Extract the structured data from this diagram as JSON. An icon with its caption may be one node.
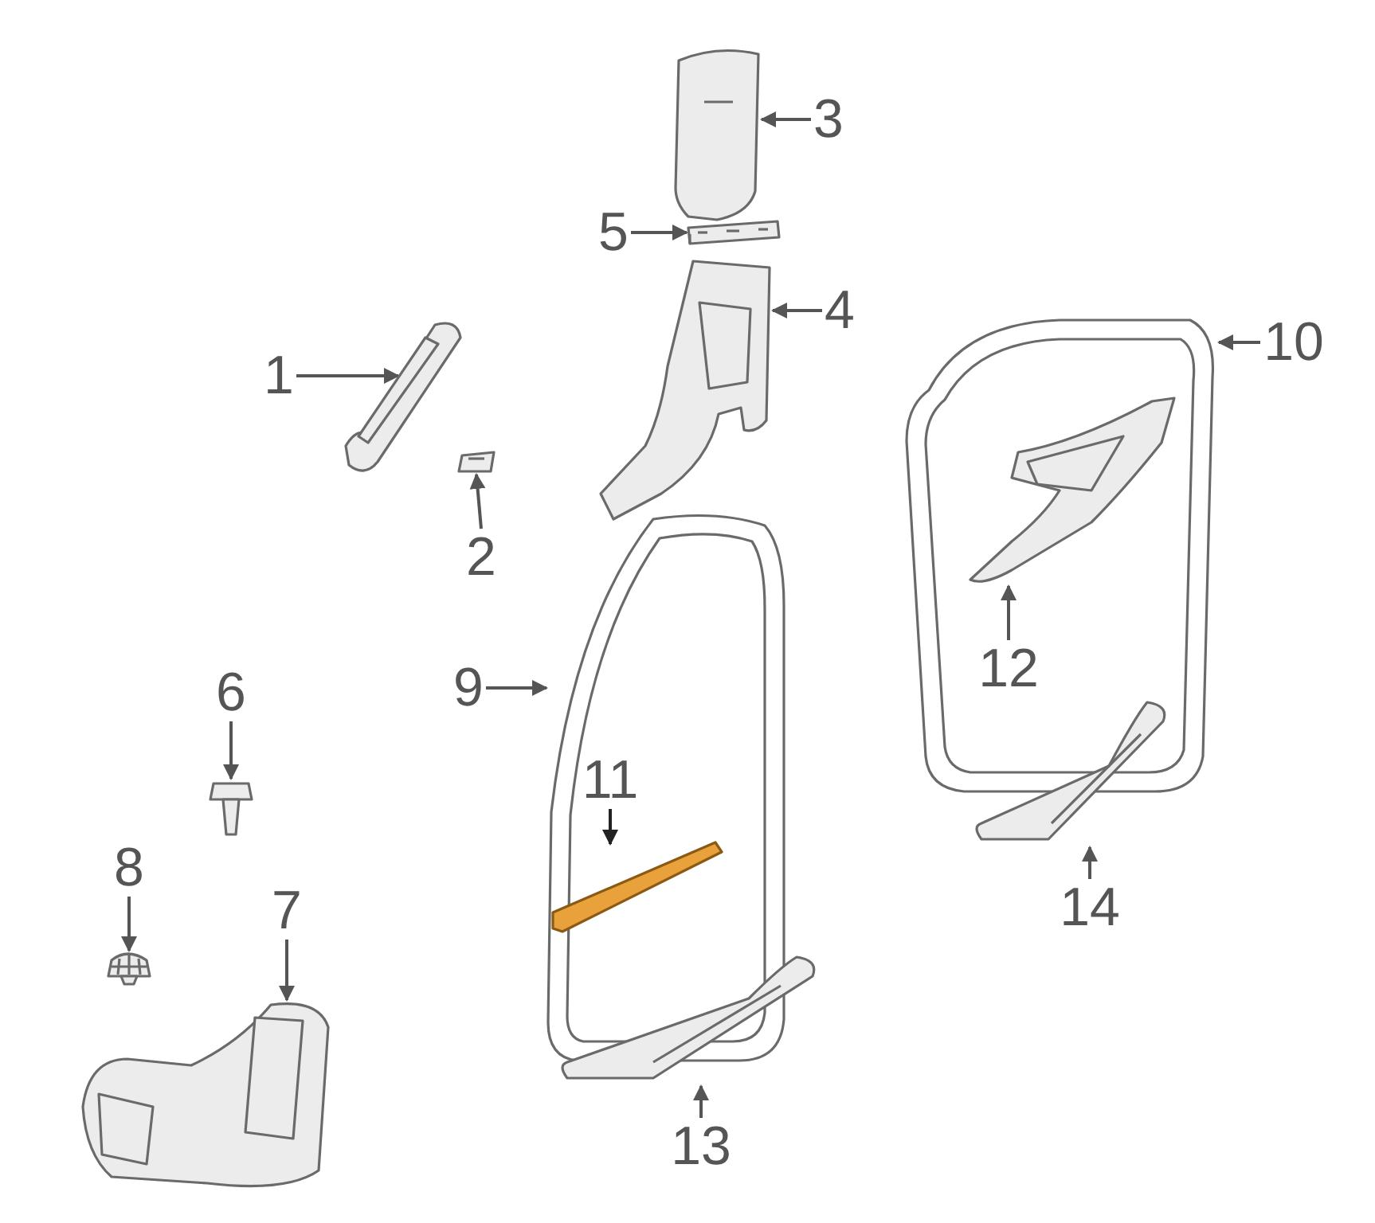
{
  "diagram": {
    "nodes": [
      {
        "text": [
          "1"
        ]
      },
      {
        "text": [
          "2"
        ]
      },
      {
        "text": [
          "3"
        ]
      },
      {
        "text": [
          "4"
        ]
      },
      {
        "text": [
          "5"
        ]
      },
      {
        "text": [
          "6"
        ]
      },
      {
        "text": [
          "7"
        ]
      },
      {
        "text": [
          "8"
        ]
      },
      {
        "text": [
          "9"
        ]
      },
      {
        "text": [
          "10"
        ]
      },
      {
        "text": [
          "11"
        ],
        "in": 22
      },
      {
        "text": [
          "12"
        ],
        "in": 23
      },
      {
        "text": [
          "13"
        ]
      },
      {
        "text": [
          "14"
        ]
      },
      {
        "text": [],
        "shape": "picture"
      },
      {
        "text": [],
        "shape": "picture"
      },
      {
        "text": [],
        "shape": "picture"
      },
      {
        "text": [],
        "shape": "picture"
      },
      {
        "text": [],
        "shape": "picture"
      },
      {
        "text": [],
        "shape": "picture"
      },
      {
        "text": [],
        "shape": "picture"
      },
      {
        "text": [],
        "shape": "picture"
      },
      {
        "text": [],
        "shape": "picture"
      },
      {
        "text": [],
        "shape": "picture"
      },
      {
        "text": [],
        "shape": "picture",
        "in": 22
      },
      {
        "text": [],
        "shape": "picture",
        "in": 23
      },
      {
        "text": [],
        "shape": "picture"
      },
      {
        "text": [],
        "shape": "picture"
      }
    ],
    "edges": [
      {
        "from": 0,
        "to": 14,
        "arrow": "to"
      },
      {
        "from": 1,
        "to": 15,
        "arrow": "to"
      },
      {
        "from": 2,
        "to": 16,
        "arrow": "to"
      },
      {
        "from": 3,
        "to": 17,
        "arrow": "to"
      },
      {
        "from": 4,
        "to": 18,
        "arrow": "to"
      },
      {
        "from": 5,
        "to": 19,
        "arrow": "to"
      },
      {
        "from": 6,
        "to": 20,
        "arrow": "to"
      },
      {
        "from": 7,
        "to": 21,
        "arrow": "to"
      },
      {
        "from": 8,
        "to": 22,
        "arrow": "to"
      },
      {
        "from": 9,
        "to": 23,
        "arrow": "to"
      },
      {
        "from": 10,
        "to": 24,
        "arrow": "to",
        "color": "#222222"
      },
      {
        "from": 11,
        "to": 25,
        "arrow": "to"
      },
      {
        "from": 12,
        "to": 26,
        "arrow": "to"
      },
      {
        "from": 13,
        "to": 27,
        "arrow": "to"
      }
    ]
  }
}
